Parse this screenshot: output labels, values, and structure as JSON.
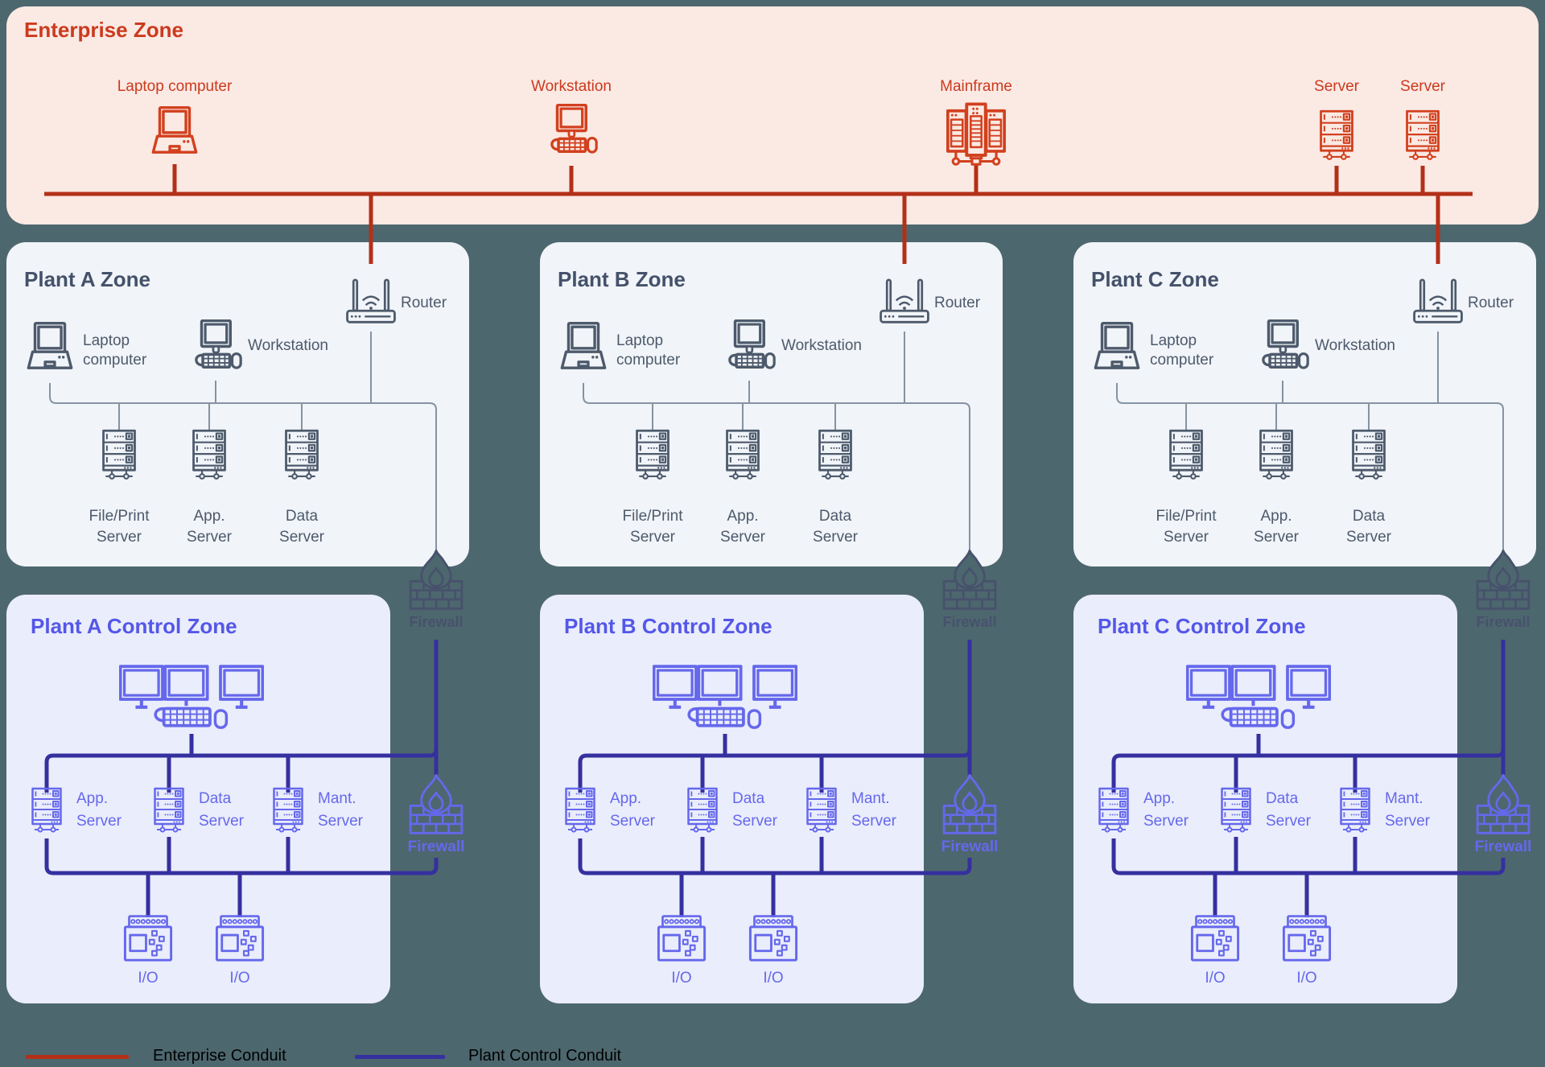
{
  "colors": {
    "background": "#4D676E",
    "enterprise_panel": "#FBE9E3",
    "plant_panel": "#F1F4F8",
    "control_panel": "#EAEDFB",
    "enterprise_text": "#CB3A1E",
    "enterprise_icon": "#D2401E",
    "enterprise_conduit": "#B33018",
    "plant_title": "#44516B",
    "plant_text": "#4D5A6C",
    "plant_icon": "#4D5A6C",
    "plant_wire": "#8593A3",
    "mid_firewall": "#47516C",
    "control_title": "#5457E8",
    "control_text": "#6568EC",
    "control_icon": "#6568EC",
    "plant_conduit": "#35309F",
    "legend_text": "#535B7D"
  },
  "enterprise": {
    "title": "Enterprise Zone",
    "devices": [
      {
        "label": "Laptop computer",
        "icon": "laptop"
      },
      {
        "label": "Workstation",
        "icon": "workstation"
      },
      {
        "label": "Mainframe",
        "icon": "mainframe"
      },
      {
        "label": "Server",
        "icon": "server"
      },
      {
        "label": "Server",
        "icon": "server"
      }
    ]
  },
  "plant_zones": [
    {
      "title": "Plant A Zone",
      "laptop": {
        "label_lines": [
          "Laptop",
          "computer"
        ],
        "icon": "laptop"
      },
      "workstation": {
        "label": "Workstation",
        "icon": "workstation"
      },
      "router": {
        "label": "Router",
        "icon": "router"
      },
      "servers": [
        {
          "label_lines": [
            "File/Print",
            "Server"
          ],
          "icon": "server"
        },
        {
          "label_lines": [
            "App.",
            "Server"
          ],
          "icon": "server"
        },
        {
          "label_lines": [
            "Data",
            "Server"
          ],
          "icon": "server"
        }
      ],
      "firewall": {
        "label": "Firewall",
        "icon": "firewall"
      }
    },
    {
      "title": "Plant B Zone",
      "laptop": {
        "label_lines": [
          "Laptop",
          "computer"
        ],
        "icon": "laptop"
      },
      "workstation": {
        "label": "Workstation",
        "icon": "workstation"
      },
      "router": {
        "label": "Router",
        "icon": "router"
      },
      "servers": [
        {
          "label_lines": [
            "File/Print",
            "Server"
          ],
          "icon": "server"
        },
        {
          "label_lines": [
            "App.",
            "Server"
          ],
          "icon": "server"
        },
        {
          "label_lines": [
            "Data",
            "Server"
          ],
          "icon": "server"
        }
      ],
      "firewall": {
        "label": "Firewall",
        "icon": "firewall"
      }
    },
    {
      "title": "Plant C Zone",
      "laptop": {
        "label_lines": [
          "Laptop",
          "computer"
        ],
        "icon": "laptop"
      },
      "workstation": {
        "label": "Workstation",
        "icon": "workstation"
      },
      "router": {
        "label": "Router",
        "icon": "router"
      },
      "servers": [
        {
          "label_lines": [
            "File/Print",
            "Server"
          ],
          "icon": "server"
        },
        {
          "label_lines": [
            "App.",
            "Server"
          ],
          "icon": "server"
        },
        {
          "label_lines": [
            "Data",
            "Server"
          ],
          "icon": "server"
        }
      ],
      "firewall": {
        "label": "Firewall",
        "icon": "firewall"
      }
    }
  ],
  "control_zones": [
    {
      "title": "Plant A Control Zone",
      "hmi": {
        "icon": "hmi"
      },
      "servers": [
        {
          "label_lines": [
            "App.",
            "Server"
          ],
          "icon": "server"
        },
        {
          "label_lines": [
            "Data",
            "Server"
          ],
          "icon": "server"
        },
        {
          "label_lines": [
            "Mant.",
            "Server"
          ],
          "icon": "server"
        }
      ],
      "io_units": [
        {
          "label": "I/O",
          "icon": "io"
        },
        {
          "label": "I/O",
          "icon": "io"
        }
      ],
      "firewall": {
        "label": "Firewall",
        "icon": "firewall"
      }
    },
    {
      "title": "Plant B Control Zone",
      "hmi": {
        "icon": "hmi"
      },
      "servers": [
        {
          "label_lines": [
            "App.",
            "Server"
          ],
          "icon": "server"
        },
        {
          "label_lines": [
            "Data",
            "Server"
          ],
          "icon": "server"
        },
        {
          "label_lines": [
            "Mant.",
            "Server"
          ],
          "icon": "server"
        }
      ],
      "io_units": [
        {
          "label": "I/O",
          "icon": "io"
        },
        {
          "label": "I/O",
          "icon": "io"
        }
      ],
      "firewall": {
        "label": "Firewall",
        "icon": "firewall"
      }
    },
    {
      "title": "Plant C Control Zone",
      "hmi": {
        "icon": "hmi"
      },
      "servers": [
        {
          "label_lines": [
            "App.",
            "Server"
          ],
          "icon": "server"
        },
        {
          "label_lines": [
            "Data",
            "Server"
          ],
          "icon": "server"
        },
        {
          "label_lines": [
            "Mant.",
            "Server"
          ],
          "icon": "server"
        }
      ],
      "io_units": [
        {
          "label": "I/O",
          "icon": "io"
        },
        {
          "label": "I/O",
          "icon": "io"
        }
      ],
      "firewall": {
        "label": "Firewall",
        "icon": "firewall"
      }
    }
  ],
  "legend": {
    "items": [
      {
        "label": "Enterprise Conduit",
        "color_key": "enterprise_conduit"
      },
      {
        "label": "Plant Control Conduit",
        "color_key": "plant_conduit"
      }
    ]
  }
}
